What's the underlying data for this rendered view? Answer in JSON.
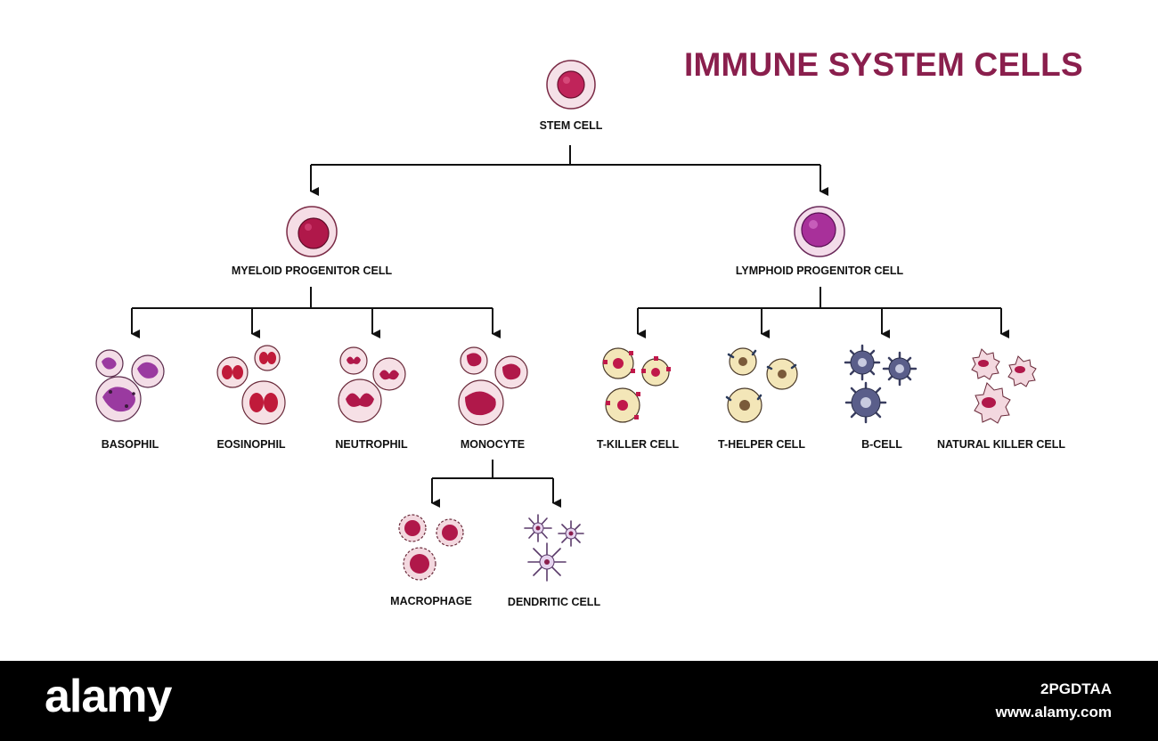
{
  "title": "IMMUNE SYSTEM CELLS",
  "nodes": {
    "stem": "STEM CELL",
    "myeloid": "MYELOID PROGENITOR CELL",
    "lymphoid": "LYMPHOID PROGENITOR CELL",
    "basophil": "BASOPHIL",
    "eosinophil": "EOSINOPHIL",
    "neutrophil": "NEUTROPHIL",
    "monocyte": "MONOCYTE",
    "tkiller": "T-KILLER CELL",
    "thelper": "T-HELPER CELL",
    "bcell": "B-CELL",
    "nk": "NATURAL KILLER CELL",
    "macrophage": "MACROPHAGE",
    "dendritic": "DENDRITIC CELL"
  },
  "colors": {
    "title": "#8a1f4d",
    "nucleus": "#b0184a",
    "lymph_nucleus": "#a8309a",
    "membrane": "#f4dde4",
    "bcell": "#5a5e8a",
    "yellow_cell": "#f3e6b8",
    "arrow": "#111111"
  },
  "footer": {
    "brand": "alamy",
    "image_id": "2PGDTAA",
    "url": "www.alamy.com"
  }
}
